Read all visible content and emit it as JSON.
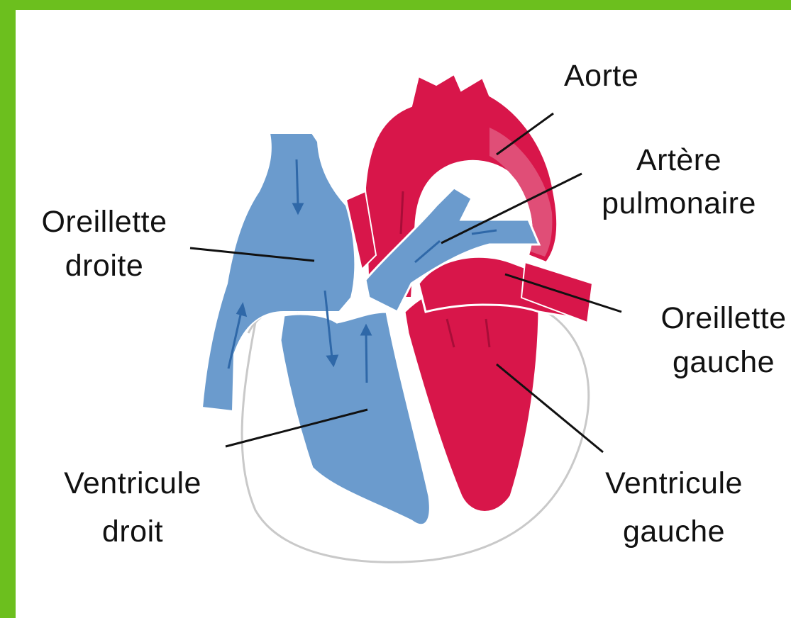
{
  "colors": {
    "border": "#6cbf1e",
    "venous_blue": "#6b9bcd",
    "venous_blue_dark": "#3b6fa8",
    "arterial_red": "#d8164a",
    "arterial_red_light": "#e04e77",
    "outline": "#c9c9c9",
    "leader_line": "#111111"
  },
  "labels": {
    "aorte": "Aorte",
    "artere_l1": "Artère",
    "artere_l2": "pulmonaire",
    "oreillette_droite_l1": "Oreillette",
    "oreillette_droite_l2": "droite",
    "oreillette_gauche_l1": "Oreillette",
    "oreillette_gauche_l2": "gauche",
    "ventricule_droit_l1": "Ventricule",
    "ventricule_droit_l2": "droit",
    "ventricule_gauche_l1": "Ventricule",
    "ventricule_gauche_l2": "gauche"
  }
}
